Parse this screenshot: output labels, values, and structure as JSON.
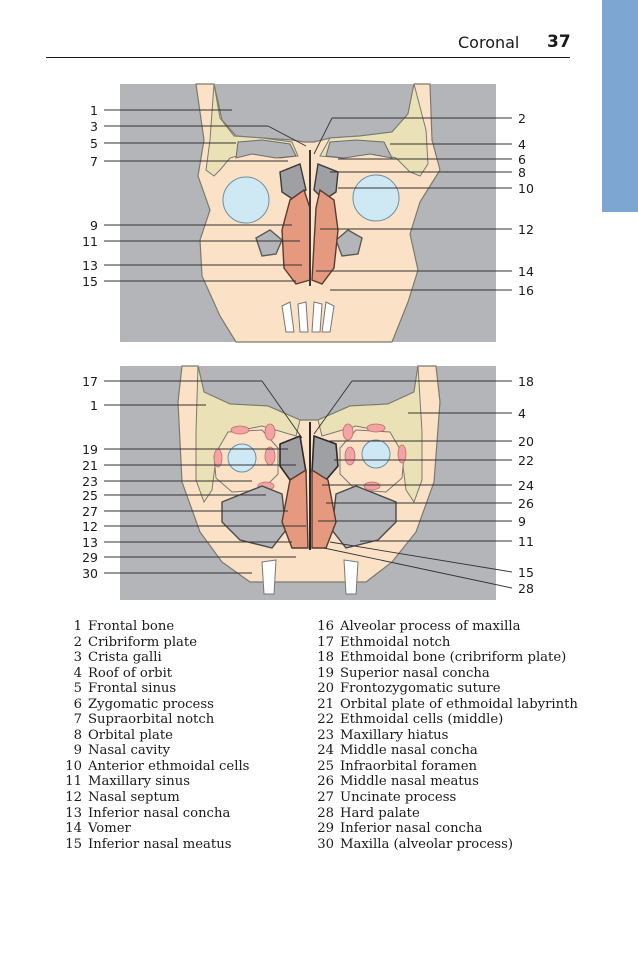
{
  "header": {
    "section": "Coronal",
    "page_number": "37"
  },
  "figure_top": {
    "left_labels": [
      "1",
      "3",
      "5",
      "7",
      "9",
      "11",
      "13",
      "15"
    ],
    "right_labels": [
      "2",
      "4",
      "6",
      "8",
      "10",
      "12",
      "14",
      "16"
    ]
  },
  "figure_bottom": {
    "left_labels": [
      "17",
      "1",
      "19",
      "21",
      "23",
      "25",
      "27",
      "12",
      "13",
      "29",
      "30"
    ],
    "right_labels": [
      "18",
      "4",
      "20",
      "22",
      "24",
      "26",
      "9",
      "11",
      "15",
      "28"
    ]
  },
  "legend": [
    {
      "n": "1",
      "t": "Frontal bone"
    },
    {
      "n": "2",
      "t": "Cribriform plate"
    },
    {
      "n": "3",
      "t": "Crista galli"
    },
    {
      "n": "4",
      "t": "Roof of orbit"
    },
    {
      "n": "5",
      "t": "Frontal sinus"
    },
    {
      "n": "6",
      "t": "Zygomatic process"
    },
    {
      "n": "7",
      "t": "Supraorbital notch"
    },
    {
      "n": "8",
      "t": "Orbital plate"
    },
    {
      "n": "9",
      "t": "Nasal cavity"
    },
    {
      "n": "10",
      "t": "Anterior ethmoidal cells"
    },
    {
      "n": "11",
      "t": "Maxillary sinus"
    },
    {
      "n": "12",
      "t": "Nasal septum"
    },
    {
      "n": "13",
      "t": "Inferior nasal concha"
    },
    {
      "n": "14",
      "t": "Vomer"
    },
    {
      "n": "15",
      "t": "Inferior nasal meatus"
    },
    {
      "n": "16",
      "t": "Alveolar process of maxilla"
    },
    {
      "n": "17",
      "t": "Ethmoidal notch"
    },
    {
      "n": "18",
      "t": "Ethmoidal bone (cribriform plate)"
    },
    {
      "n": "19",
      "t": "Superior nasal concha"
    },
    {
      "n": "20",
      "t": "Frontozygomatic suture"
    },
    {
      "n": "21",
      "t": "Orbital plate of ethmoidal labyrinth"
    },
    {
      "n": "22",
      "t": "Ethmoidal cells (middle)"
    },
    {
      "n": "23",
      "t": "Maxillary hiatus"
    },
    {
      "n": "24",
      "t": "Middle nasal concha"
    },
    {
      "n": "25",
      "t": "Infraorbital foramen"
    },
    {
      "n": "26",
      "t": "Middle nasal meatus"
    },
    {
      "n": "27",
      "t": "Uncinate process"
    },
    {
      "n": "28",
      "t": "Hard palate"
    },
    {
      "n": "29",
      "t": "Inferior nasal concha"
    },
    {
      "n": "30",
      "t": "Maxilla (alveolar process)"
    }
  ]
}
